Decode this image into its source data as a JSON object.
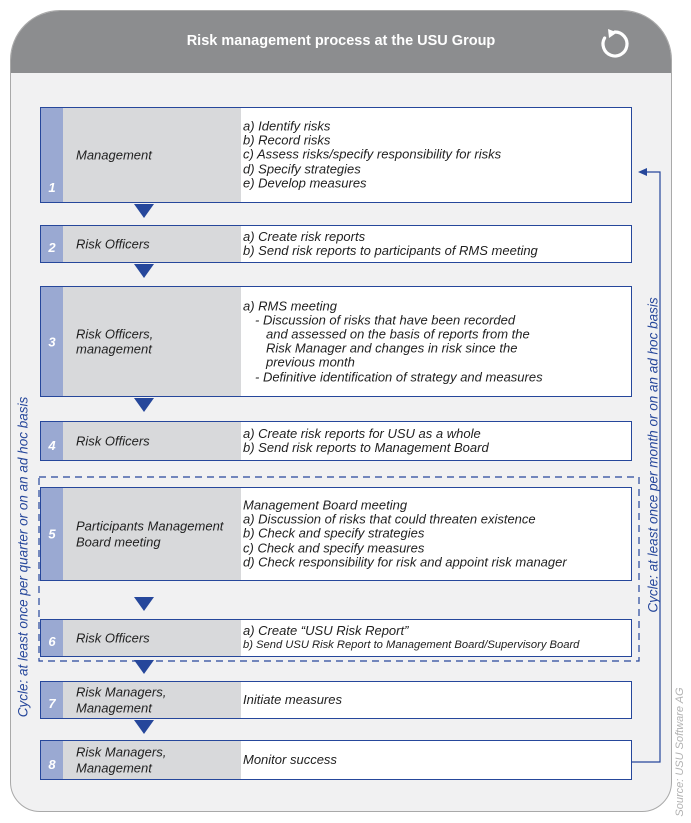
{
  "title": "Risk management process at the USU Group",
  "icon": "cycle-icon",
  "colors": {
    "accent": "#26479b",
    "header": "#8c8d8f",
    "number_bg": "#9aa9d2",
    "actor_bg": "#d8d9db",
    "panel": "#f1f1f2"
  },
  "steps": [
    {
      "number": "1",
      "actor": "Management",
      "lines": [
        "a) Identify risks",
        "b) Record risks",
        "c) Assess risks/specify responsibility for risks",
        "d) Specify strategies",
        "e) Develop measures"
      ]
    },
    {
      "number": "2",
      "actor": "Risk Officers",
      "lines": [
        "a) Create risk reports",
        "b) Send risk reports to participants of RMS meeting"
      ]
    },
    {
      "number": "3",
      "actor": "Risk Officers, management",
      "lines": [
        "a) RMS meeting",
        "- Discussion of risks that have been recorded",
        "and assessed on the basis of reports from the",
        "Risk Manager and changes in risk since the",
        "previous month",
        "- Definitive identification of strategy and measures"
      ]
    },
    {
      "number": "4",
      "actor": "Risk Officers",
      "lines": [
        "a) Create risk reports for USU as a whole",
        "b) Send risk reports to Management Board"
      ]
    },
    {
      "number": "5",
      "actor": "Participants Management Board meeting",
      "lines": [
        "Management Board meeting",
        "a) Discussion of risks that could threaten existence",
        "b) Check and specify strategies",
        "c) Check and specify measures",
        "d) Check responsibility for risk and appoint risk manager"
      ]
    },
    {
      "number": "6",
      "actor": "Risk Officers",
      "lines": [
        "a) Create “USU Risk Report”",
        "b) Send USU Risk Report to Management Board/Supervisory Board"
      ]
    },
    {
      "number": "7",
      "actor": "Risk Managers, Management",
      "lines": [
        "Initiate measures"
      ]
    },
    {
      "number": "8",
      "actor": "Risk Managers, Management",
      "lines": [
        "Monitor success"
      ]
    }
  ],
  "cycle_left": "Cycle: at least once per quarter or on an ad hoc basis",
  "cycle_right": "Cycle: at least once per month or on an ad hoc basis",
  "source": "Source: USU Software AG"
}
